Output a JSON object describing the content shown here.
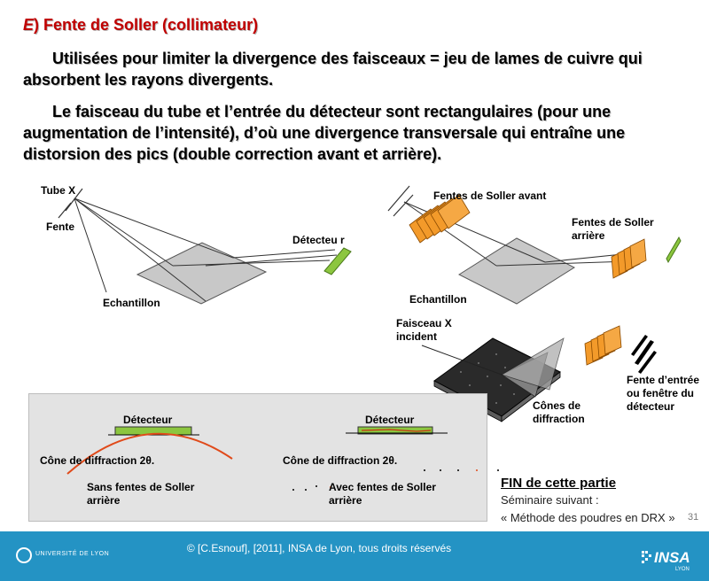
{
  "title": {
    "letter": "E",
    "rest": ") Fente de Soller (collimateur)"
  },
  "paragraphs": [
    "Utilisées pour limiter la divergence des faisceaux = jeu de lames de cuivre qui absorbent les rayons divergents.",
    "Le faisceau du tube et l’entrée du détecteur sont rectangulaires (pour une augmentation de l’intensité), d’où une divergence transversale qui entraîne une distorsion des pics (double correction avant et arrière)."
  ],
  "diagram_left": {
    "tube": "Tube X",
    "fente": "Fente",
    "detecteur": "Détecteu r",
    "echantillon": "Echantillon"
  },
  "diagram_right": {
    "fentes_avant": "Fentes de Soller avant",
    "fentes_arriere": "Fentes de Soller arrière",
    "echantillon": "Echantillon"
  },
  "diagram_cones": {
    "faisceau": "Faisceau X incident",
    "cones": "Cônes de diffraction",
    "fente_entree": "Fente d’entrée ou fenêtre du détecteur"
  },
  "panel": {
    "left": {
      "detecteur": "Détecteur",
      "cone": "Cône de diffraction 2θ.",
      "caption": "Sans fentes de Soller arrière"
    },
    "right": {
      "detecteur": "Détecteur",
      "cone": "Cône de diffraction 2θ.",
      "caption": "Avec fentes de Soller arrière"
    }
  },
  "fin": {
    "title": "FIN de cette partie",
    "line1": "Séminaire suivant :",
    "line2": "« Méthode des poudres en DRX »"
  },
  "page_number": "31",
  "footer": {
    "copyright": "© [C.Esnouf], [2011], INSA de Lyon, tous droits réservés",
    "logo_univ": "UNIVERSITÉ DE LYON",
    "logo_insa": "INSA",
    "logo_insa_sub": "LYON"
  },
  "colors": {
    "title": "#c00000",
    "footer": "#2493c4",
    "slit_orange": "#f39a2a",
    "detector_green": "#8cc63f",
    "panel_bg": "#e3e3e3",
    "cone_arc": "#e04a1a"
  }
}
